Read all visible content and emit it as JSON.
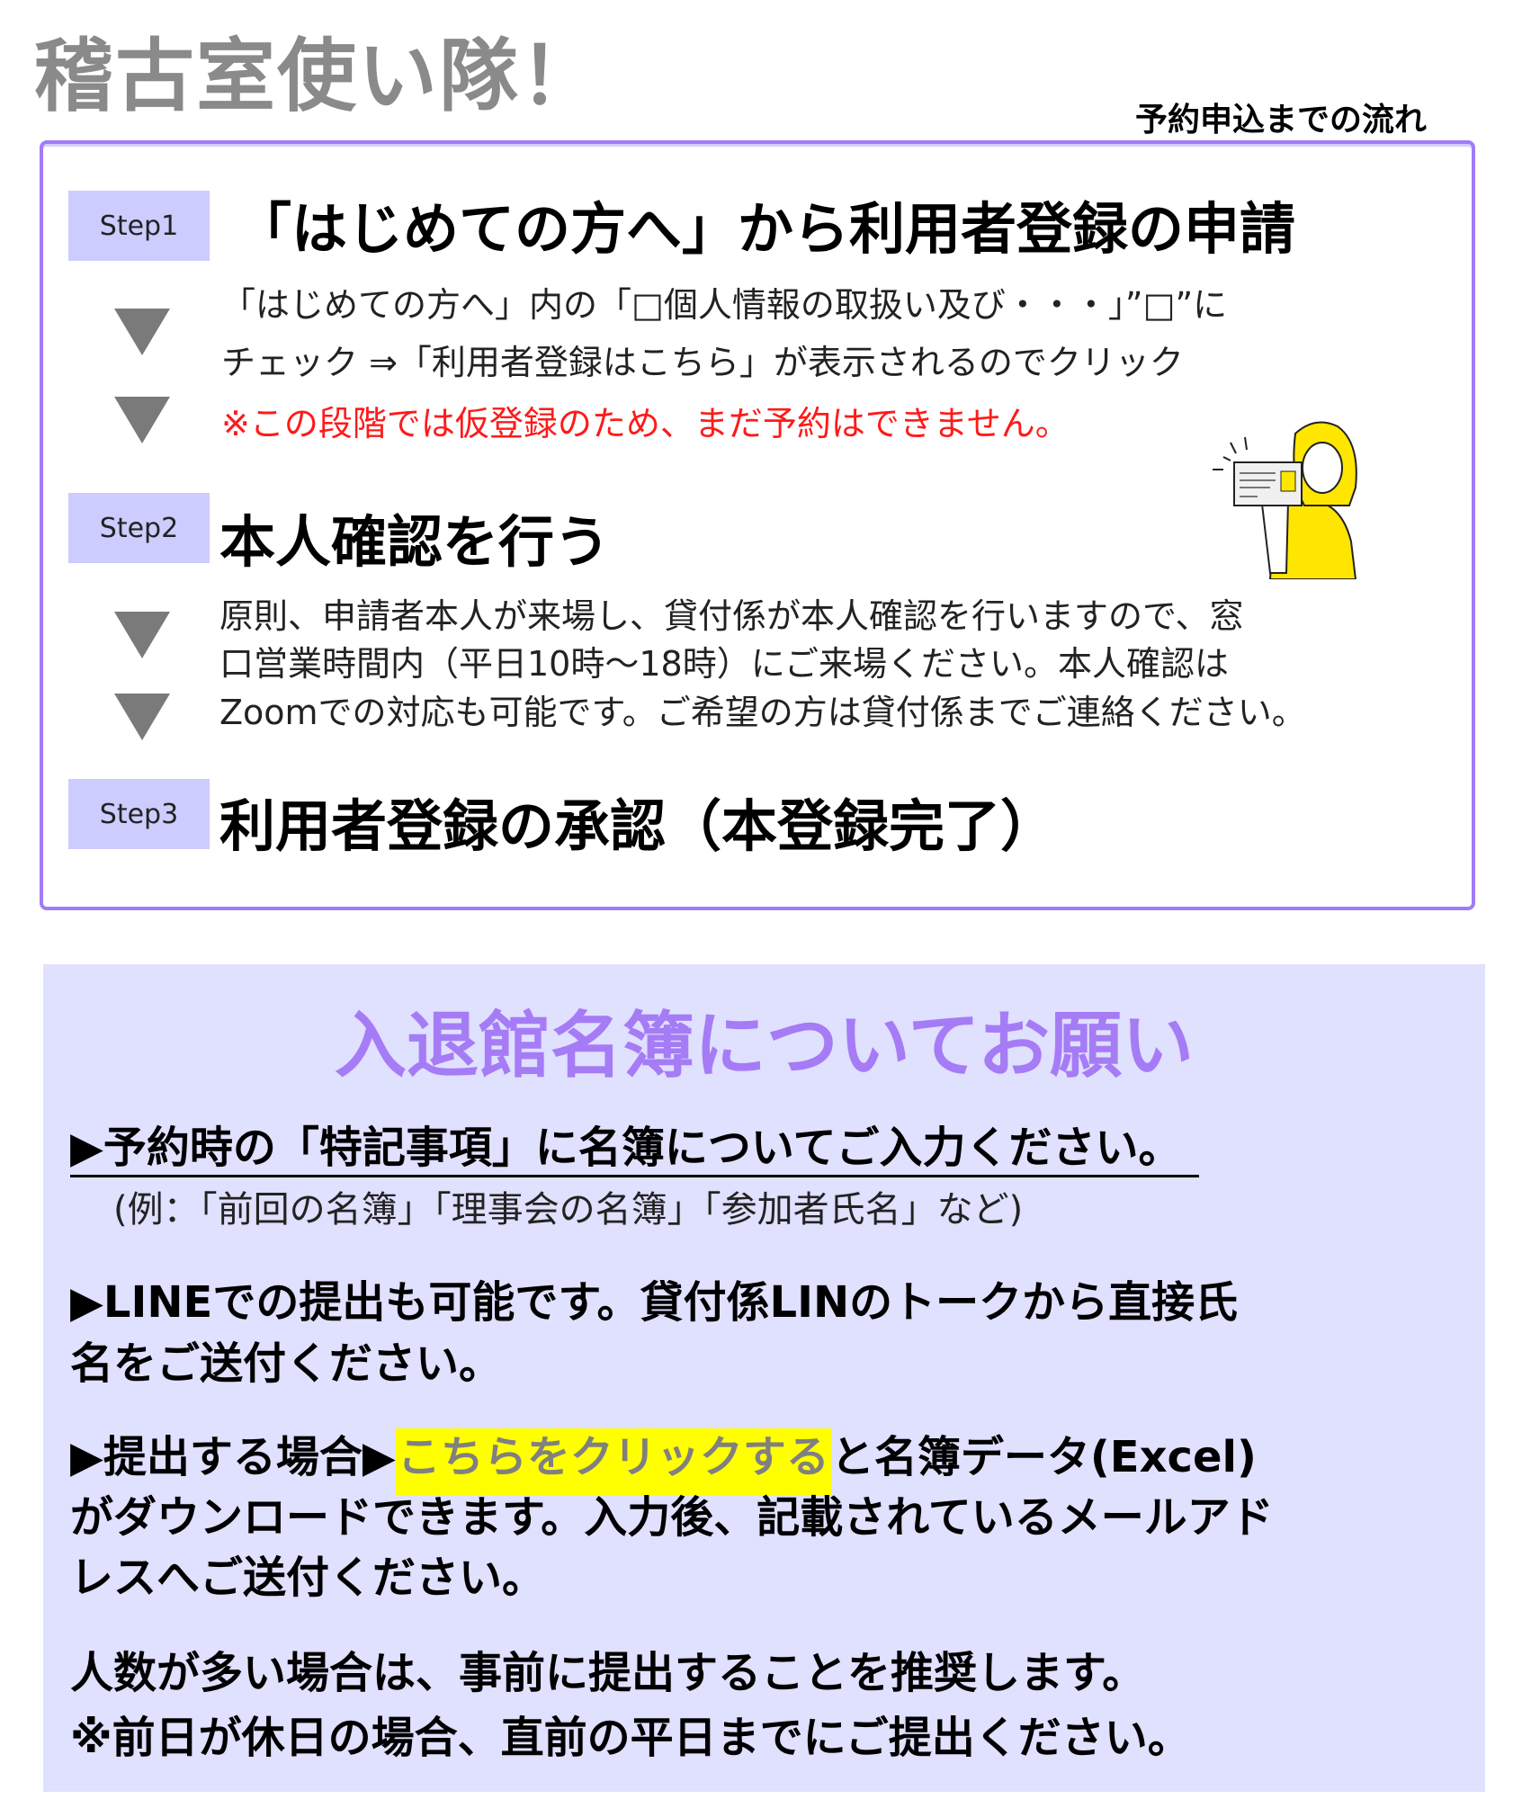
{
  "header": {
    "title": "稽古室使い隊！",
    "subtitle": "予約申込までの流れ"
  },
  "steps": [
    {
      "label": "Step1",
      "heading": "「はじめての方へ」から利用者登録の申請",
      "lines": [
        "「はじめての方へ」内の「□個人情報の取扱い及び・・・」”□”に",
        "チェック ⇒「利用者登録はこちら」が表示されるのでクリック"
      ],
      "note": "※この段階では仮登録のため、まだ予約はできません。"
    },
    {
      "label": "Step2",
      "heading": "本人確認を行う",
      "lines": [
        "原則、申請者本人が来場し、貸付係が本人確認を行いますので、窓",
        "口営業時間内（平日10時～18時）にご来場ください。本人確認は",
        "Zoomでの対応も可能です。ご希望の方は貸付係までご連絡ください。"
      ]
    },
    {
      "label": "Step3",
      "heading": "利用者登録の承認（本登録完了）"
    }
  ],
  "roster": {
    "title": "入退館名簿についてお願い",
    "item1": "▶予約時の「特記事項」に名簿についてご入力ください。",
    "item1_example": "(例：「前回の名簿」「理事会の名簿」「参加者氏名」など)",
    "item2_line1": "▶LINEでの提出も可能です。貸付係LINのトークから直接氏",
    "item2_line2": "名をご送付ください。",
    "item3_prefix": "▶提出する場合▶",
    "item3_link": "こちらをクリックする",
    "item3_suffix": "と名簿データ(Excel)",
    "item3_line2": "がダウンロードできます。入力後、記載されているメールアド",
    "item3_line3": "レスへご送付ください。",
    "note1": "人数が多い場合は、事前に提出することを推奨します。",
    "note2": "※前日が休日の場合、直前の平日までにご提出ください。"
  },
  "colors": {
    "accent": "#a07cf6",
    "step_bg": "#ccccff",
    "panel_bg": "#e0e0ff",
    "warning": "#ff1a1a",
    "highlight": "#ffff00"
  }
}
